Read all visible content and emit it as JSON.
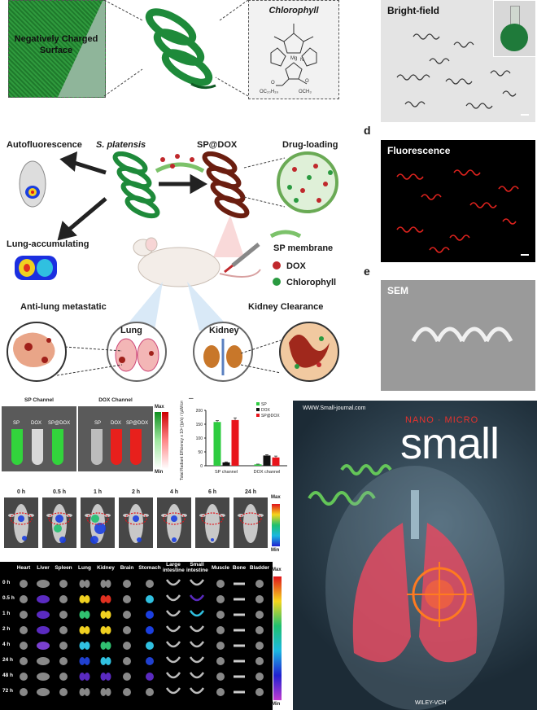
{
  "top": {
    "surface_label": "Negatively Charged Surface",
    "chlorophyll_title": "Chlorophyll",
    "chem_mg": "Mg",
    "chem_n": "N",
    "chem_o1": "O",
    "chem_o2": "O",
    "chem_ester1": "OC₂₀H₃₉",
    "chem_ester2": "OCH₃",
    "brightfield_label": "Bright-field"
  },
  "scheme": {
    "autofluorescence": "Autofluorescence",
    "s_platensis": "S. platensis",
    "sp_dox": "SP@DOX",
    "drug_loading": "Drug-loading",
    "lung_accumulating": "Lung-accumulating",
    "legend_membrane": "SP membrane",
    "legend_dox": "DOX",
    "legend_chlorophyll": "Chlorophyll",
    "anti_lung": "Anti-lung metastatic",
    "kidney_clearance": "Kidney Clearance",
    "lung": "Lung",
    "kidney": "Kidney"
  },
  "panels": {
    "d_letter": "d",
    "fluorescence_label": "Fluorescence",
    "e_letter": "e",
    "sem_label": "SEM"
  },
  "ivis": {
    "sp_channel": "SP Channel",
    "dox_channel": "DOX Channel",
    "tube_labels": [
      "SP",
      "DOX",
      "SP@DOX"
    ],
    "max": "Max",
    "min": "Min"
  },
  "bar": {
    "dash": "–",
    "ylabel": "Total Radiant Efficiency x 10⁸ [(p/s) / (µW/cm²)]",
    "legend": [
      "SP",
      "DOX",
      "SP@DOX"
    ]
  },
  "timeline": {
    "times": [
      "0 h",
      "0.5 h",
      "1 h",
      "2 h",
      "4 h",
      "6 h",
      "24 h"
    ],
    "max": "Max",
    "min": "Min"
  },
  "organs": {
    "headers": [
      "Heart",
      "Liver",
      "Spleen",
      "Lung",
      "Kidney",
      "Brain",
      "Stomach",
      "Large intestine",
      "Small intestine",
      "Muscle",
      "Bone",
      "Bladder"
    ],
    "rows": [
      "0 h",
      "0.5 h",
      "1 h",
      "2 h",
      "4 h",
      "24 h",
      "48 h",
      "72 h"
    ],
    "max": "Max",
    "min": "Min"
  },
  "cover": {
    "url": "WWW.Small-journal.com",
    "subtitle": "NANO · MICRO",
    "title": "small",
    "publisher": "WILEY-VCH"
  },
  "chart_data": {
    "type": "bar",
    "categories": [
      "SP channel",
      "DOX channel"
    ],
    "series": [
      {
        "name": "SP",
        "values": [
          158,
          5
        ],
        "color": "#2ecc40"
      },
      {
        "name": "DOX",
        "values": [
          12,
          37
        ],
        "color": "#111111"
      },
      {
        "name": "SP@DOX",
        "values": [
          165,
          30
        ],
        "color": "#e8141b"
      }
    ],
    "errors": [
      [
        5,
        1
      ],
      [
        2,
        3
      ],
      [
        8,
        5
      ]
    ],
    "yticks": [
      0,
      50,
      100,
      150,
      200
    ],
    "ylim": [
      0,
      200
    ],
    "ylabel": "Total Radiant Efficiency x 10⁸ [(p/s) / (µW/cm²)]"
  }
}
